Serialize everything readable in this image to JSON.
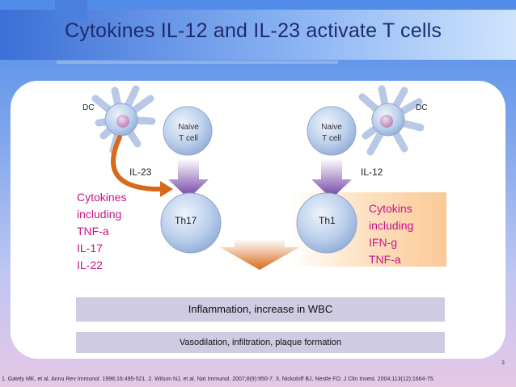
{
  "title": "Cytokines IL-12 and IL-23 activate T cells",
  "cells": {
    "dc_left": "DC",
    "dc_right": "DC",
    "naive_left": [
      "Naive",
      "T cell"
    ],
    "naive_right": [
      "Naive",
      "T cell"
    ],
    "th17": "Th17",
    "th1": "Th1"
  },
  "cytokines": {
    "il23": "IL-23",
    "il12": "IL-12"
  },
  "left_list": [
    "Cytokines",
    "including",
    "TNF-a",
    "IL-17",
    "IL-22"
  ],
  "right_list": [
    "Cytokins",
    "including",
    "IFN-g",
    "TNF-a"
  ],
  "outcomes": {
    "inflammation": "Inflammation,  increase in WBC",
    "vasodilation": "Vasodilation, infiltration, plaque formation"
  },
  "page_number": "3",
  "references": "1. Gately MK, et al. Annu Rev Immunol. 1998;16:495-521. 2. Wilson NJ, et al. Nat Immunol. 2007;8(9):950-7. 3. Nickoloff BJ, Nestle FO. J Clin Invest. 2004;113(12):1664-75.",
  "colors": {
    "title": "#1e2b6e",
    "cytokine_text": "#c8138a",
    "arrow_orange": "#d9691a",
    "arrow_purple": "#6a3aa0",
    "bar": "#cfcbe3"
  }
}
